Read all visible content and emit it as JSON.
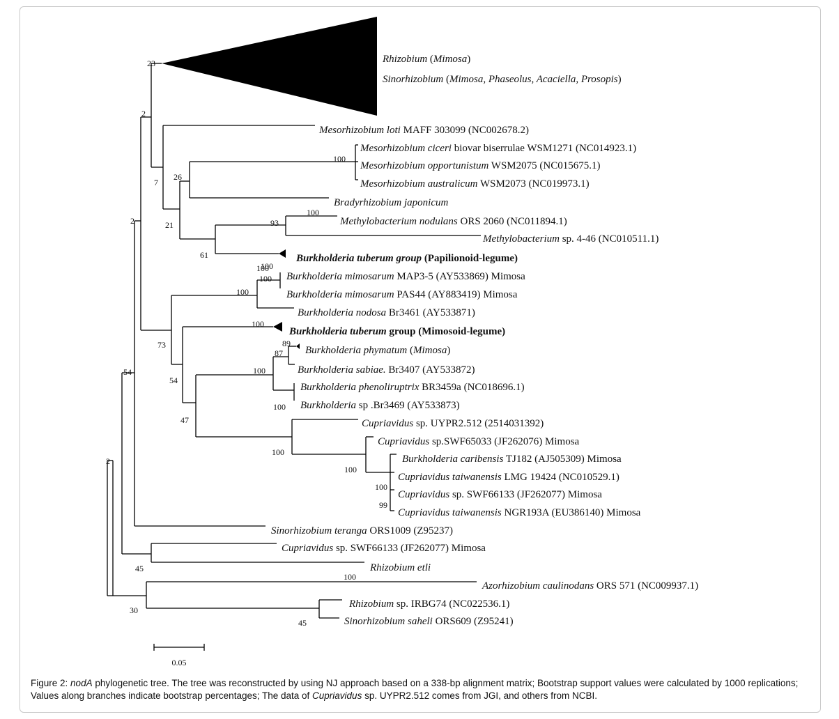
{
  "taxa": [
    {
      "id": "t_rhiz_clade",
      "parts": [
        {
          "t": "Rhizobium",
          "i": true
        },
        {
          "t": " (",
          "i": false
        },
        {
          "t": "Mimosa",
          "i": true
        },
        {
          "t": ")",
          "i": false
        }
      ]
    },
    {
      "id": "t_sino_clade",
      "parts": [
        {
          "t": "Sinorhizobium",
          "i": true
        },
        {
          "t": " (",
          "i": false
        },
        {
          "t": "Mimosa, Phaseolus, Acaciella, Prosopis",
          "i": true
        },
        {
          "t": ")",
          "i": false
        }
      ]
    },
    {
      "id": "t_meso_loti",
      "parts": [
        {
          "t": "Mesorhizobium loti",
          "i": true
        },
        {
          "t": " MAFF 303099 (NC002678.2)",
          "i": false
        }
      ]
    },
    {
      "id": "t_meso_ciceri",
      "parts": [
        {
          "t": "Mesorhizobium ciceri",
          "i": true
        },
        {
          "t": " biovar biserrulae WSM1271 (NC014923.1)",
          "i": false
        }
      ]
    },
    {
      "id": "t_meso_opport",
      "parts": [
        {
          "t": "Mesorhizobium opportunistum",
          "i": true
        },
        {
          "t": " WSM2075 (NC015675.1)",
          "i": false
        }
      ]
    },
    {
      "id": "t_meso_austr",
      "parts": [
        {
          "t": "Mesorhizobium australicum",
          "i": true
        },
        {
          "t": " WSM2073 (NC019973.1)",
          "i": false
        }
      ]
    },
    {
      "id": "t_brady",
      "parts": [
        {
          "t": "Bradyrhizobium japonicum",
          "i": true
        }
      ]
    },
    {
      "id": "t_methylo_nod",
      "parts": [
        {
          "t": "Methylobacterium nodulans",
          "i": true
        },
        {
          "t": " ORS 2060 (NC011894.1)",
          "i": false
        }
      ]
    },
    {
      "id": "t_methylo_sp",
      "parts": [
        {
          "t": "Methylobacterium",
          "i": true
        },
        {
          "t": " sp. 4-46 (NC010511.1)",
          "i": false
        }
      ]
    },
    {
      "id": "t_burk_tub_pap",
      "bold": true,
      "parts": [
        {
          "t": "Burkholderia tuberum group",
          "i": true
        },
        {
          "t": " (Papilionoid-legume)",
          "i": false
        }
      ]
    },
    {
      "id": "t_burk_mim_map",
      "parts": [
        {
          "t": "Burkholderia mimosarum",
          "i": true
        },
        {
          "t": " MAP3-5 (AY533869) Mimosa",
          "i": false
        }
      ]
    },
    {
      "id": "t_burk_mim_pas",
      "parts": [
        {
          "t": "Burkholderia mimosarum",
          "i": true
        },
        {
          "t": " PAS44 (AY883419) Mimosa",
          "i": false
        }
      ]
    },
    {
      "id": "t_burk_nodosa",
      "parts": [
        {
          "t": "Burkholderia nodosa",
          "i": true
        },
        {
          "t": " Br3461 (AY533871)",
          "i": false
        }
      ]
    },
    {
      "id": "t_burk_tub_mim",
      "bold": true,
      "parts": [
        {
          "t": "Burkholderia tuberum",
          "i": true
        },
        {
          "t": " group (Mimosoid-legume)",
          "i": false
        }
      ]
    },
    {
      "id": "t_burk_phym",
      "parts": [
        {
          "t": "Burkholderia phymatum",
          "i": true
        },
        {
          "t": " (",
          "i": false
        },
        {
          "t": "Mimosa",
          "i": true
        },
        {
          "t": ")",
          "i": false
        }
      ]
    },
    {
      "id": "t_burk_sabiae",
      "parts": [
        {
          "t": "Burkholderia sabiae.",
          "i": true
        },
        {
          "t": " Br3407 (AY533872)",
          "i": false
        }
      ]
    },
    {
      "id": "t_burk_phenol",
      "parts": [
        {
          "t": "Burkholderia phenoliruptrix",
          "i": true
        },
        {
          "t": " BR3459a (NC018696.1)",
          "i": false
        }
      ]
    },
    {
      "id": "t_burk_sp3469",
      "parts": [
        {
          "t": "Burkholderia",
          "i": true
        },
        {
          "t": " sp .Br3469 (AY533873)",
          "i": false
        }
      ]
    },
    {
      "id": "t_cupr_uypr",
      "parts": [
        {
          "t": "Cupriavidus",
          "i": true
        },
        {
          "t": " sp. UYPR2.512 (2514031392)",
          "i": false
        }
      ]
    },
    {
      "id": "t_cupr_swf65033",
      "parts": [
        {
          "t": "Cupriavidus",
          "i": true
        },
        {
          "t": " sp.SWF65033 (JF262076) Mimosa",
          "i": false
        }
      ]
    },
    {
      "id": "t_burk_carib",
      "parts": [
        {
          "t": "Burkholderia caribensis",
          "i": true
        },
        {
          "t": " TJ182 (AJ505309) Mimosa",
          "i": false
        }
      ]
    },
    {
      "id": "t_cupr_taiw_lmg",
      "parts": [
        {
          "t": "Cupriavidus taiwanensis",
          "i": true
        },
        {
          "t": " LMG 19424 (NC010529.1)",
          "i": false
        }
      ]
    },
    {
      "id": "t_cupr_swf66133a",
      "parts": [
        {
          "t": "Cupriavidus",
          "i": true
        },
        {
          "t": " sp. SWF66133 (JF262077) Mimosa",
          "i": false
        }
      ]
    },
    {
      "id": "t_cupr_taiw_ngr",
      "parts": [
        {
          "t": "Cupriavidus taiwanensis",
          "i": true
        },
        {
          "t": " NGR193A (EU386140) Mimosa",
          "i": false
        }
      ]
    },
    {
      "id": "t_sino_teranga",
      "parts": [
        {
          "t": "Sinorhizobium teranga",
          "i": true
        },
        {
          "t": " ORS1009 (Z95237)",
          "i": false
        }
      ]
    },
    {
      "id": "t_cupr_swf66133b",
      "parts": [
        {
          "t": "Cupriavidus",
          "i": true
        },
        {
          "t": " sp. SWF66133 (JF262077) Mimosa",
          "i": false
        }
      ]
    },
    {
      "id": "t_rhiz_etli",
      "parts": [
        {
          "t": "Rhizobium etli",
          "i": true
        }
      ]
    },
    {
      "id": "t_azorh",
      "parts": [
        {
          "t": "Azorhizobium caulinodans",
          "i": true
        },
        {
          "t": " ORS 571 (NC009937.1)",
          "i": false
        }
      ]
    },
    {
      "id": "t_rhiz_irbg",
      "parts": [
        {
          "t": "Rhizobium",
          "i": true
        },
        {
          "t": " sp. IRBG74 (NC022536.1)",
          "i": false
        }
      ]
    },
    {
      "id": "t_sino_saheli",
      "parts": [
        {
          "t": "Sinorhizobium saheli",
          "i": true
        },
        {
          "t": " ORS609 (Z95241)",
          "i": false
        }
      ]
    }
  ],
  "bootstrap": [
    "23",
    "2",
    "7",
    "26",
    "100",
    "21",
    "93",
    "100",
    "61",
    "2",
    "100",
    "100",
    "100",
    "100",
    "73",
    "100",
    "54",
    "89",
    "87",
    "100",
    "100",
    "47",
    "100",
    "100",
    "99",
    "54",
    "2",
    "45",
    "30",
    "100",
    "45",
    "100"
  ],
  "scale_bar": {
    "label": "0.05"
  },
  "caption": {
    "figure_label": "Figure 2",
    "gene": "nodA",
    "text_a": " phylogenetic tree. The tree was reconstructed by using NJ approach based on a 338-bp alignment matrix; Bootstrap support values were calculated by 1000 replications; Values along branches indicate bootstrap percentages; The data of ",
    "genus": "Cupriavidus",
    "text_b": " sp. UYPR2.512 comes from JGI, and others from NCBI."
  }
}
